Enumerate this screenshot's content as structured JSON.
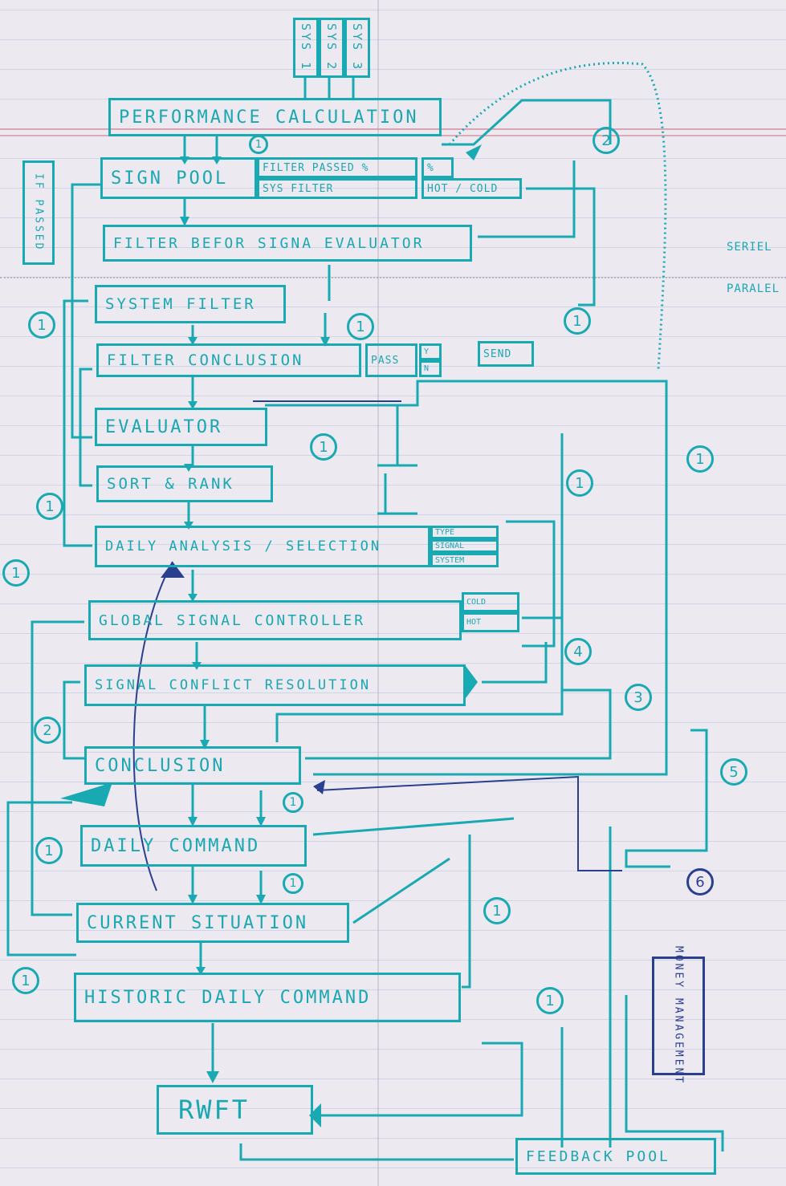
{
  "diagram": {
    "inputs": [
      "SYS 1",
      "SYS 2",
      "SYS 3"
    ],
    "boxes": {
      "performance": "PERFORMANCE CALCULATION",
      "signal_pool": "SIGN POOL",
      "filter_passed": "FILTER PASSED %",
      "sys_filter": "SYS FILTER",
      "percent": "%",
      "hot_cold": "HOT / COLD",
      "filter_before": "FILTER BEFOR SIGNA EVALUATOR",
      "if_passed": "IF PASSED",
      "system_filter": "SYSTEM FILTER",
      "filter_conclusion": "FILTER CONCLUSION",
      "pass": "PASS",
      "y": "Y",
      "n": "N",
      "send": "SEND",
      "evaluator": "EVALUATOR",
      "sort_rank": "SORT & RANK",
      "daily_analysis": "DAILY ANALYSIS / SELECTION",
      "type": "TYPE",
      "signal": "SIGNAL",
      "system": "SYSTEM",
      "global_signal": "GLOBAL SIGNAL CONTROLLER",
      "cold": "COLD",
      "hot": "HOT",
      "conflict": "SIGNAL CONFLICT RESOLUTION",
      "conclusion": "CONCLUSION",
      "daily_command": "DAILY COMMAND",
      "current_situation": "CURRENT SITUATION",
      "historic": "HISTORIC DAILY COMMAND",
      "rwft": "RWFT",
      "feedback": "FEEDBACK POOL",
      "money": "MONEY MANAGEMENT"
    },
    "side_notes": [
      "SERIEL",
      "PARALEL"
    ],
    "markers": [
      "1",
      "2",
      "1",
      "1",
      "1",
      "1",
      "1",
      "1",
      "4",
      "3",
      "2",
      "5",
      "1",
      "1",
      "1",
      "1",
      "1",
      "6",
      "1",
      "1",
      "1"
    ],
    "ink_colors": {
      "cyan": "#19a9b3",
      "blue": "#2b3f8f",
      "paper": "#eceaf0"
    }
  }
}
